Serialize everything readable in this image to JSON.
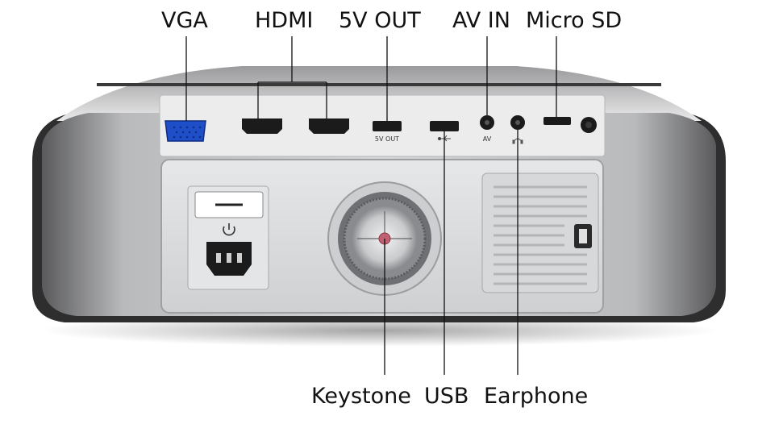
{
  "labels": {
    "top": [
      "VGA",
      "HDMI",
      "5V OUT",
      "AV IN",
      "Micro SD"
    ],
    "bottom": [
      "Keystone",
      "USB",
      "Earphone"
    ]
  },
  "port_prints": {
    "fivev": "5V OUT",
    "av": "AV"
  },
  "colors": {
    "vga_port": "#1f4fc8",
    "body_silver": "#bfc0c2",
    "bezel_dark": "#2b2b2b",
    "keystone_dot": "#c06070"
  },
  "icons": [
    "power-icon",
    "usb-icon",
    "headphone-icon"
  ]
}
